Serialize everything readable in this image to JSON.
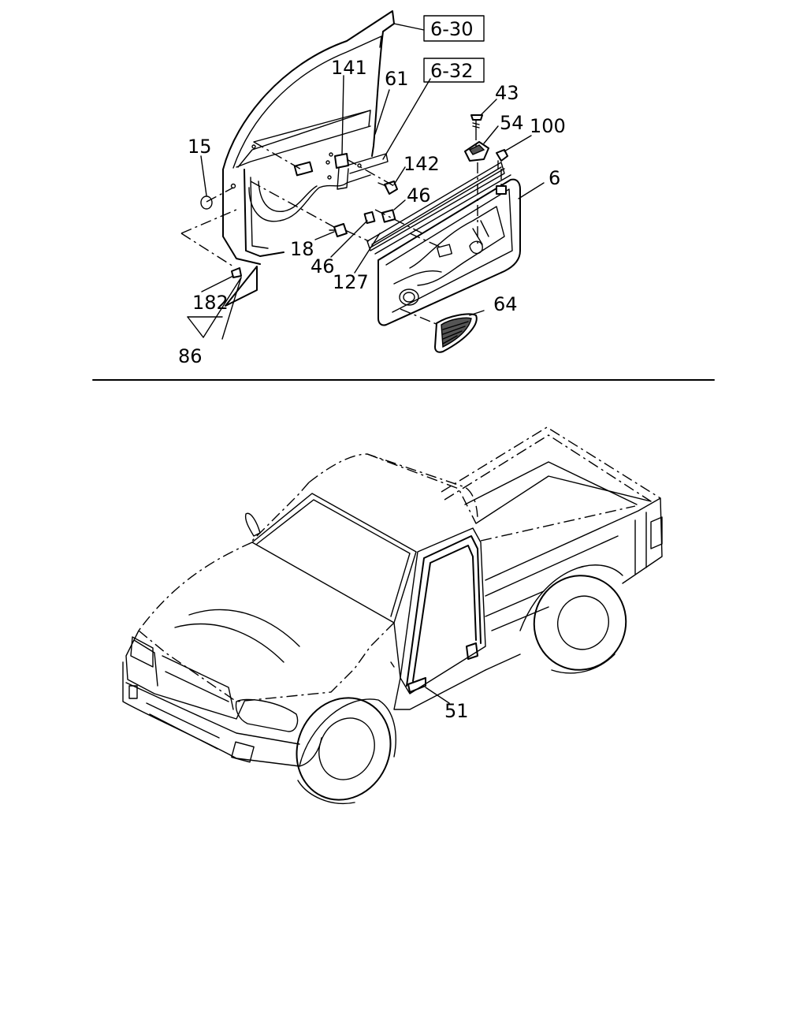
{
  "refs": [
    {
      "id": "ref-6-30",
      "text": "6-30"
    },
    {
      "id": "ref-6-32",
      "text": "6-32"
    }
  ],
  "callouts": [
    {
      "id": "part-141",
      "text": "141"
    },
    {
      "id": "part-61",
      "text": "61"
    },
    {
      "id": "part-43",
      "text": "43"
    },
    {
      "id": "part-54",
      "text": "54"
    },
    {
      "id": "part-100",
      "text": "100"
    },
    {
      "id": "part-15",
      "text": "15"
    },
    {
      "id": "part-142",
      "text": "142"
    },
    {
      "id": "part-46a",
      "text": "46"
    },
    {
      "id": "part-6",
      "text": "6"
    },
    {
      "id": "part-18",
      "text": "18"
    },
    {
      "id": "part-46b",
      "text": "46"
    },
    {
      "id": "part-127",
      "text": "127"
    },
    {
      "id": "part-182",
      "text": "182"
    },
    {
      "id": "part-64",
      "text": "64"
    },
    {
      "id": "part-86",
      "text": "86"
    },
    {
      "id": "part-51",
      "text": "51"
    }
  ]
}
